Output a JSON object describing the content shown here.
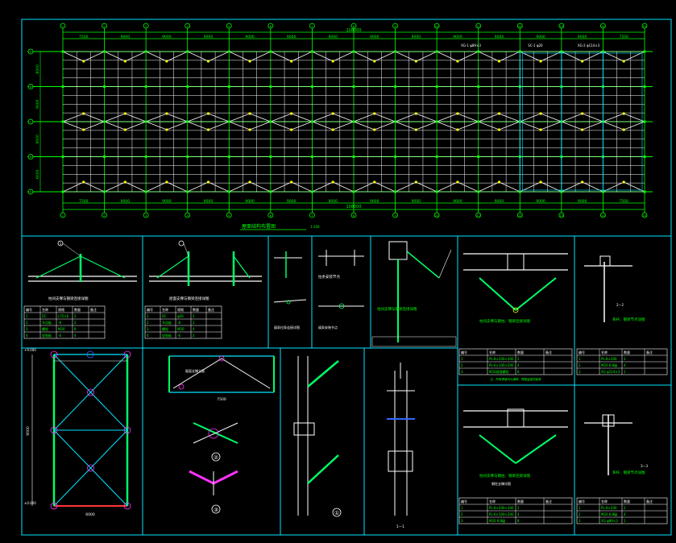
{
  "colors": {
    "background": "#000000",
    "frame": "#00e5ff",
    "grid": "#00ff00",
    "members": "#ffffff",
    "bracing": "#00ff66",
    "text_green": "#00ff00",
    "text_yellow": "#ffff00",
    "highlight_magenta": "#ff33ff",
    "highlight_blue": "#3366ff",
    "red": "#ff3333"
  },
  "plan": {
    "title": "屋面结构布置图",
    "scale": "1:100",
    "total_dimension": "108000",
    "top_spans": [
      "7500",
      "9000",
      "9000",
      "9000",
      "9000",
      "9000",
      "9000",
      "9000",
      "9000",
      "9000",
      "9000",
      "9000",
      "9000",
      "7500"
    ],
    "bottom_spans": [
      "7500",
      "9000",
      "9000",
      "9000",
      "9000",
      "9000",
      "9000",
      "9000",
      "9000",
      "9000",
      "9000",
      "9000",
      "9000",
      "7500"
    ],
    "left_dims": [
      "6000",
      "9000",
      "9000",
      "6000"
    ],
    "column_axes": [
      "1",
      "2",
      "3",
      "4",
      "5",
      "6",
      "7",
      "8",
      "9",
      "10",
      "11",
      "12",
      "13",
      "14",
      "15"
    ],
    "row_axes": [
      "A",
      "B",
      "C",
      "D",
      "E"
    ],
    "notes": [
      "XG-1 φ89×3",
      "SC-1 φ20",
      "XG-2 φ114×3"
    ]
  },
  "details": {
    "detail_a": {
      "title": "柱间支撑与钢梁连接详图",
      "table_header": [
        "编号",
        "名称",
        "规格",
        "数量",
        "备注"
      ],
      "rows": [
        [
          "1",
          "ZC",
          "L75×6",
          "2",
          ""
        ],
        [
          "2",
          "节点板",
          "-8",
          "2",
          ""
        ],
        [
          "3",
          "螺栓",
          "M20",
          "8",
          ""
        ],
        [
          "4",
          "加劲板",
          "-6",
          "4",
          ""
        ]
      ]
    },
    "detail_b": {
      "title": "屋面支撑与钢梁连接详图",
      "rows": [
        [
          "1",
          "SC",
          "φ20",
          "2",
          ""
        ],
        [
          "2",
          "节点板",
          "-8",
          "2",
          ""
        ],
        [
          "3",
          "螺栓",
          "M20",
          "4",
          ""
        ],
        [
          "4",
          "加劲板",
          "-6",
          "2",
          ""
        ]
      ]
    },
    "purlin_1": "檩条拉条连接详图",
    "purlin_2": "拉条安装节点",
    "purlin_3": "檩条安装节点",
    "detail_d": {
      "title": "柱间支撑与钢柱、钢梁连接详图",
      "rows": [
        [
          "1",
          "PL-8×200×300",
          "2",
          ""
        ],
        [
          "2",
          "PL-6×100×200",
          "4",
          ""
        ],
        [
          "3",
          "M20高强螺栓",
          "8",
          ""
        ]
      ],
      "note": "注：所有焊缝均为满焊，焊缝高度同板厚"
    },
    "detail_e": {
      "title": "柱间支撑与钢柱、钢梁连接详图",
      "subtitle": "钢柱支撑详图",
      "rows": [
        [
          "1",
          "PL-8×200×300",
          "2",
          ""
        ],
        [
          "2",
          "PL-6×100×200",
          "4",
          ""
        ],
        [
          "3",
          "M20 8.8级",
          "8",
          ""
        ]
      ]
    },
    "detail_f": {
      "title": "系杆、钢梁节点详图",
      "section": "2—2",
      "rows": [
        [
          "1",
          "PL-8×200",
          "2",
          ""
        ],
        [
          "2",
          "M20 8.8级",
          "4",
          ""
        ],
        [
          "3",
          "XG φ114×3",
          "1",
          ""
        ]
      ]
    },
    "detail_g": {
      "title": "系杆、钢梁节点详图",
      "section": "3—3",
      "rows": [
        [
          "1",
          "PL-8×200",
          "2",
          ""
        ],
        [
          "2",
          "M20 8.8级",
          "4",
          ""
        ],
        [
          "3",
          "XG φ89×3",
          "1",
          ""
        ]
      ]
    },
    "elevation": {
      "title": "柱间支撑立面图",
      "width": "6000",
      "height": "9000",
      "level_top": "+9.000",
      "level_bottom": "±0.000"
    },
    "roof_section": {
      "title": "屋面支撑立面",
      "span": "7500"
    },
    "node_2": "②",
    "node_3": "③",
    "node_1": "①",
    "section_1": "1—1"
  }
}
